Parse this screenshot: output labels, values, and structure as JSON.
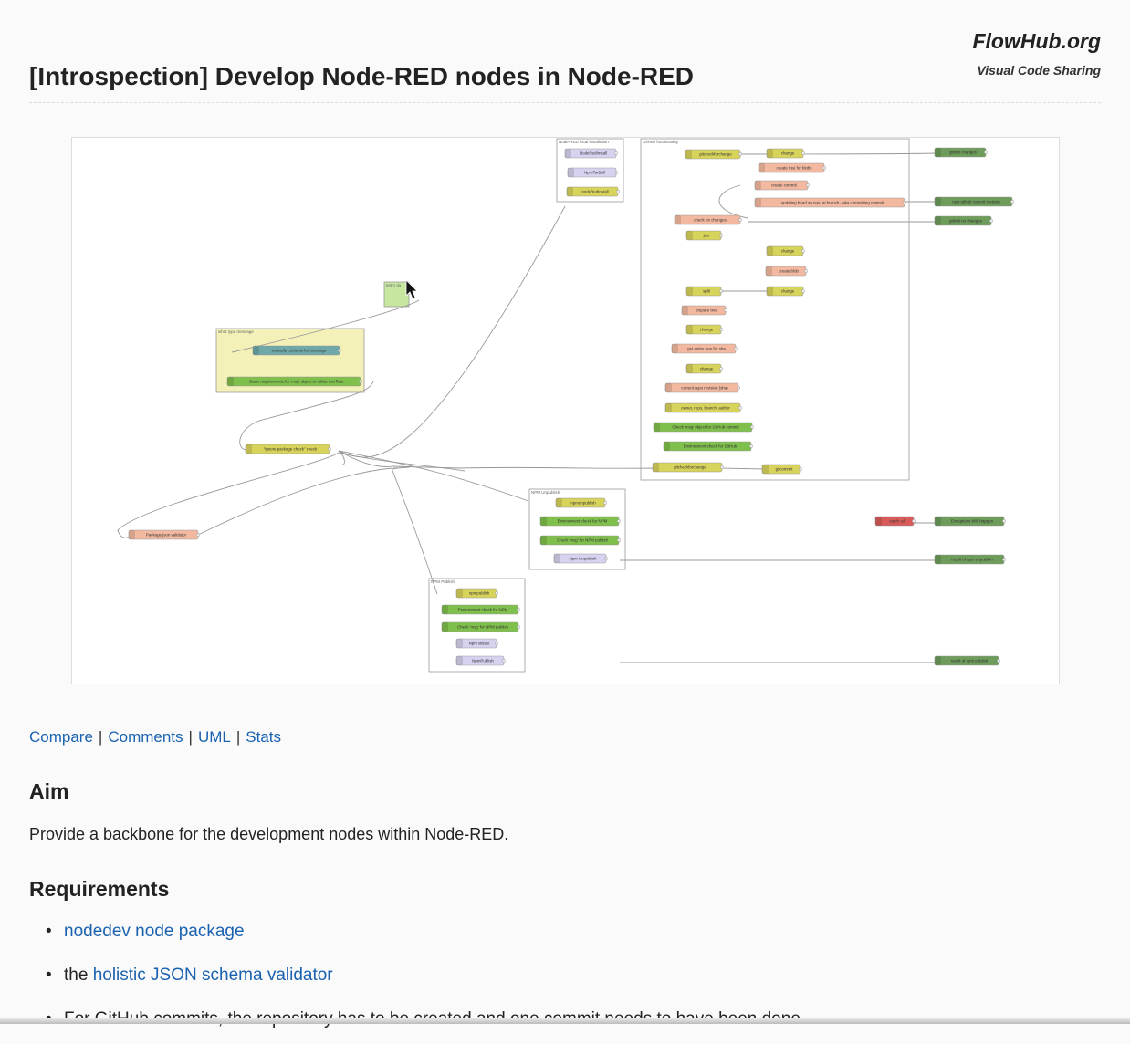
{
  "brand": {
    "name": "FlowHub.org",
    "tagline": "Visual Code Sharing"
  },
  "page": {
    "title": "[Introspection] Develop Node-RED nodes in Node-RED"
  },
  "links": [
    {
      "label": "Compare"
    },
    {
      "label": "Comments"
    },
    {
      "label": "UML"
    },
    {
      "label": "Stats"
    }
  ],
  "aim": {
    "heading": "Aim",
    "text": "Provide a backbone for the development nodes within Node-RED."
  },
  "requirements": {
    "heading": "Requirements",
    "items": [
      {
        "prefix": "",
        "link": "nodedev node package",
        "suffix": ""
      },
      {
        "prefix": "the ",
        "link": "holistic JSON schema validator",
        "suffix": ""
      },
      {
        "prefix": "For GitHub commits, the repository has to be created and one commit needs to have been done",
        "link": "",
        "suffix": ""
      }
    ]
  },
  "flow": {
    "groups": [
      {
        "label": "Node-RED local installation"
      },
      {
        "label": "GitHub functionality"
      },
      {
        "label": "NPM Unpublish"
      },
      {
        "label": "NPM Publish"
      },
      {
        "label": "what type message"
      },
      {
        "label": "entry do"
      }
    ],
    "nodes": [
      {
        "label": "NodeRedInstall"
      },
      {
        "label": "NpmTarBall"
      },
      {
        "label": "nodeRedInstall"
      },
      {
        "label": "gitcheckforchange"
      },
      {
        "label": "change"
      },
      {
        "label": "create tree for blobs"
      },
      {
        "label": "create commit"
      },
      {
        "label": "updating head on repo at branch - aka committing commit"
      },
      {
        "label": "check for changes"
      },
      {
        "label": "join"
      },
      {
        "label": "change"
      },
      {
        "label": "create blob"
      },
      {
        "label": "split"
      },
      {
        "label": "change"
      },
      {
        "label": "prepare tree"
      },
      {
        "label": "change"
      },
      {
        "label": "get entire tree for sha"
      },
      {
        "label": "change"
      },
      {
        "label": "current repo revision (sha)"
      },
      {
        "label": "owner, repo, branch, author"
      },
      {
        "label": "Check 'msg' object for GitHub commit"
      },
      {
        "label": "Environment check for GitHub"
      },
      {
        "label": "gitcheckforchange"
      },
      {
        "label": "gitcommit"
      },
      {
        "label": "github changes"
      },
      {
        "label": "new github current revision"
      },
      {
        "label": "github no changes"
      },
      {
        "label": "example contents for message"
      },
      {
        "label": "Basic requirements for 'msg' object to utilise this flow."
      },
      {
        "label": "\"ignore package check\" check"
      },
      {
        "label": "Package.json validator"
      },
      {
        "label": "npmunpublish"
      },
      {
        "label": "Environment check for NPM"
      },
      {
        "label": "Check 'msg' for NPM publish"
      },
      {
        "label": "Npm Unpublish"
      },
      {
        "label": "catch: all"
      },
      {
        "label": "Exceptions Will Happen"
      },
      {
        "label": "result of npm unpublish"
      },
      {
        "label": "npmpublish"
      },
      {
        "label": "Environment check for NPM"
      },
      {
        "label": "Check 'msg' for NPM publish"
      },
      {
        "label": "NpmTarBall"
      },
      {
        "label": "NpmPublish"
      },
      {
        "label": "result of npm publish"
      }
    ]
  },
  "colors": {
    "link": "#1a62b0",
    "node_yellow": "#d8d35a",
    "node_salmon": "#f3b9a0",
    "node_purple": "#d7d2f0",
    "node_green": "#7fbf4b",
    "node_debug": "#6e9c5a",
    "node_catch": "#d85a5a"
  }
}
